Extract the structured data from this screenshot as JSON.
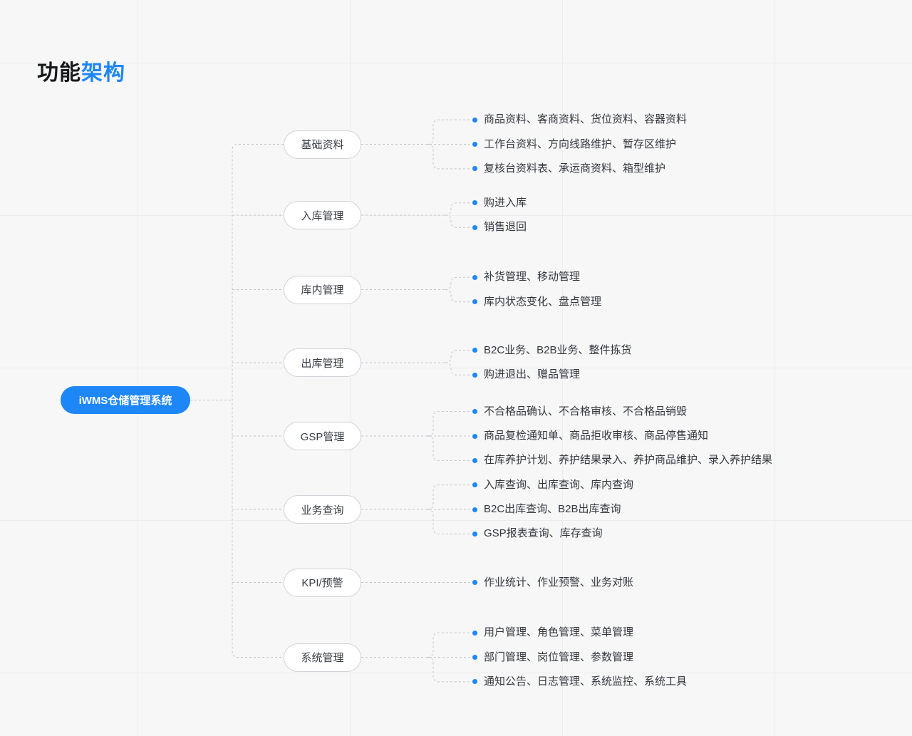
{
  "page": {
    "title_primary": "功能",
    "title_accent": "架构"
  },
  "root": {
    "label": "iWMS仓储管理系统"
  },
  "branches": [
    {
      "label": "基础资料",
      "leaves": [
        "商品资料、客商资料、货位资料、容器资料",
        "工作台资料、方向线路维护、暂存区维护",
        "复核台资料表、承运商资料、箱型维护"
      ]
    },
    {
      "label": "入库管理",
      "leaves": [
        "购进入库",
        "销售退回"
      ]
    },
    {
      "label": "库内管理",
      "leaves": [
        "补货管理、移动管理",
        "库内状态变化、盘点管理"
      ]
    },
    {
      "label": "出库管理",
      "leaves": [
        "B2C业务、B2B业务、整件拣货",
        "购进退出、赠品管理"
      ]
    },
    {
      "label": "GSP管理",
      "leaves": [
        "不合格品确认、不合格审核、不合格品销毁",
        "商品复检通知单、商品拒收审核、商品停售通知",
        "在库养护计划、养护结果录入、养护商品维护、录入养护结果"
      ]
    },
    {
      "label": "业务查询",
      "leaves": [
        "入库查询、出库查询、库内查询",
        "B2C出库查询、B2B出库查询",
        "GSP报表查询、库存查询"
      ]
    },
    {
      "label": "KPI/预警",
      "leaves": [
        "作业统计、作业预警、业务对账"
      ]
    },
    {
      "label": "系统管理",
      "leaves": [
        "用户管理、角色管理、菜单管理",
        "部门管理、岗位管理、参数管理",
        "通知公告、日志管理、系统监控、系统工具"
      ]
    }
  ],
  "colors": {
    "accent": "#1e87f7",
    "connector": "#c2c6cc",
    "node_border": "#d0d3d8",
    "node_text": "#3a3f46",
    "leaf_text": "#33373d",
    "title_text": "#17191d",
    "background": "#f7f7f8"
  }
}
